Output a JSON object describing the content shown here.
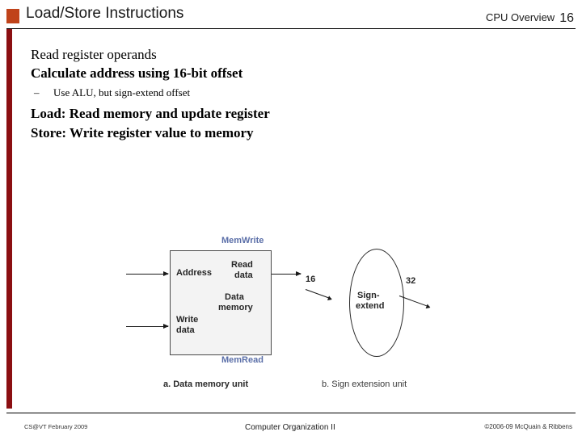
{
  "header": {
    "title": "Load/Store Instructions",
    "right_label": "CPU Overview",
    "slide_number": "16",
    "accent_color": "#c0431a",
    "bar_color": "#8b0f12"
  },
  "body": {
    "bullet1": "Read register operands",
    "bullet2": "Calculate address using 16-bit offset",
    "sub_dash": "–",
    "sub_bullet": "Use ALU, but sign-extend offset",
    "bullet3": "Load: Read memory and update register",
    "bullet4": "Store: Write register value to memory"
  },
  "figure": {
    "mem_write_label": "MemWrite",
    "mem_read_label": "MemRead",
    "address_label": "Address",
    "read_data_label_line1": "Read",
    "read_data_label_line2": "data",
    "write_data_label_line1": "Write",
    "write_data_label_line2": "data",
    "data_memory_line1": "Data",
    "data_memory_line2": "memory",
    "sign_extend_line1": "Sign-",
    "sign_extend_line2": "extend",
    "in_width": "16",
    "out_width": "32",
    "caption_a": "a. Data memory unit",
    "caption_b": "b. Sign extension unit"
  },
  "footer": {
    "left": "CS@VT February 2009",
    "center": "Computer Organization II",
    "right": "©2006-09  McQuain & Ribbens"
  }
}
